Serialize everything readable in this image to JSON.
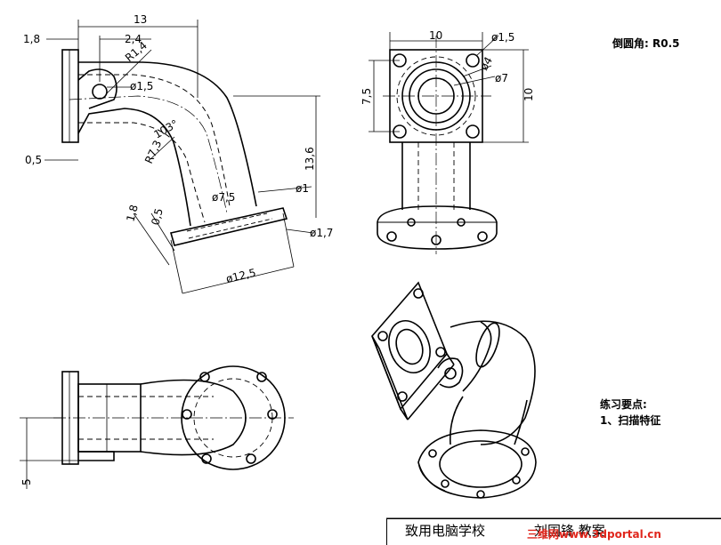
{
  "notes": {
    "fillet": "倒圆角: R0.5",
    "practice_title": "练习要点:",
    "practice_item": "1、扫描特征"
  },
  "title_block": {
    "school": "致用电脑学校",
    "author": "刘国锋 教案"
  },
  "watermark": "三维网www.3dportal.cn",
  "dimensions": {
    "front": {
      "d13": "13",
      "d1_8": "1,8",
      "d2_4": "2,4",
      "dia1_5": "ø1,5",
      "r1_4": "R1,4",
      "d0_5": "0,5",
      "a103": "103°",
      "r7_3": "R7,3",
      "d13_6": "13,6",
      "dia7_5": "ø7,5",
      "dia1": "ø1",
      "d1_8b": "1,8",
      "d0_5b": "0,5",
      "dia1_7": "ø1,7",
      "dia12_5": "ø12,5"
    },
    "side": {
      "d10_top": "10",
      "dia1_5": "ø1,5",
      "dia4": "ø4",
      "dia7": "ø7",
      "d7_5": "7,5",
      "d10_right": "10"
    },
    "top": {
      "d5": "5"
    }
  },
  "colors": {
    "line": "#000000",
    "watermark": "#e0261c",
    "background": "#ffffff"
  }
}
